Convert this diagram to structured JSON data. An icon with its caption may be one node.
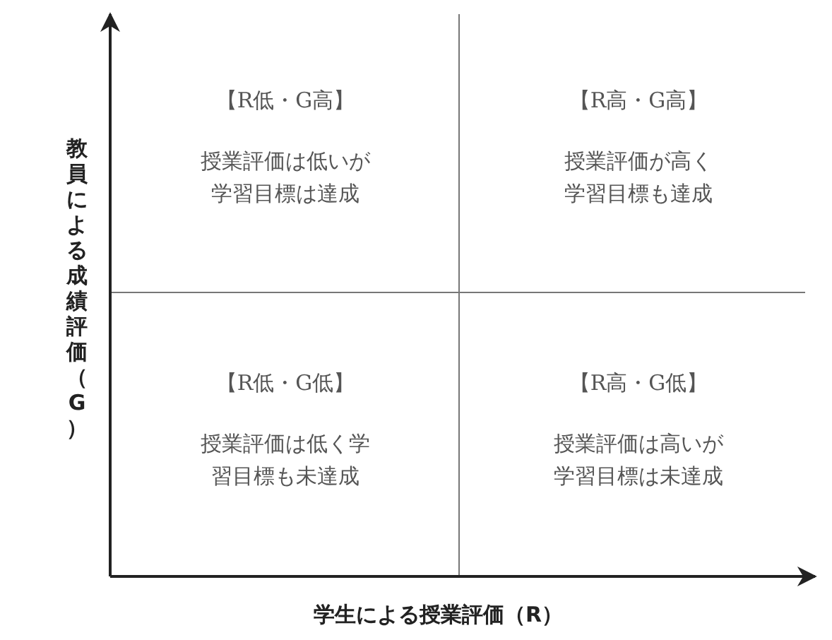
{
  "diagram": {
    "nodes": [
      {
        "text": [
          "【R低・G高】",
          "授業評価は低いが学習目標は達成"
        ]
      },
      {
        "text": [
          "【R高・G高】",
          "授業評価が高く学習目標も達成"
        ]
      },
      {
        "text": [
          "【R低・G低】",
          "授業評価は低く学習目標も未達成"
        ]
      },
      {
        "text": [
          "【R高・G低】",
          "授業評価は高いが学習目標は未達成"
        ]
      }
    ],
    "edges": [],
    "labels": [
      "教員による成績評価（G）",
      "学生による授業評価（R）"
    ]
  }
}
